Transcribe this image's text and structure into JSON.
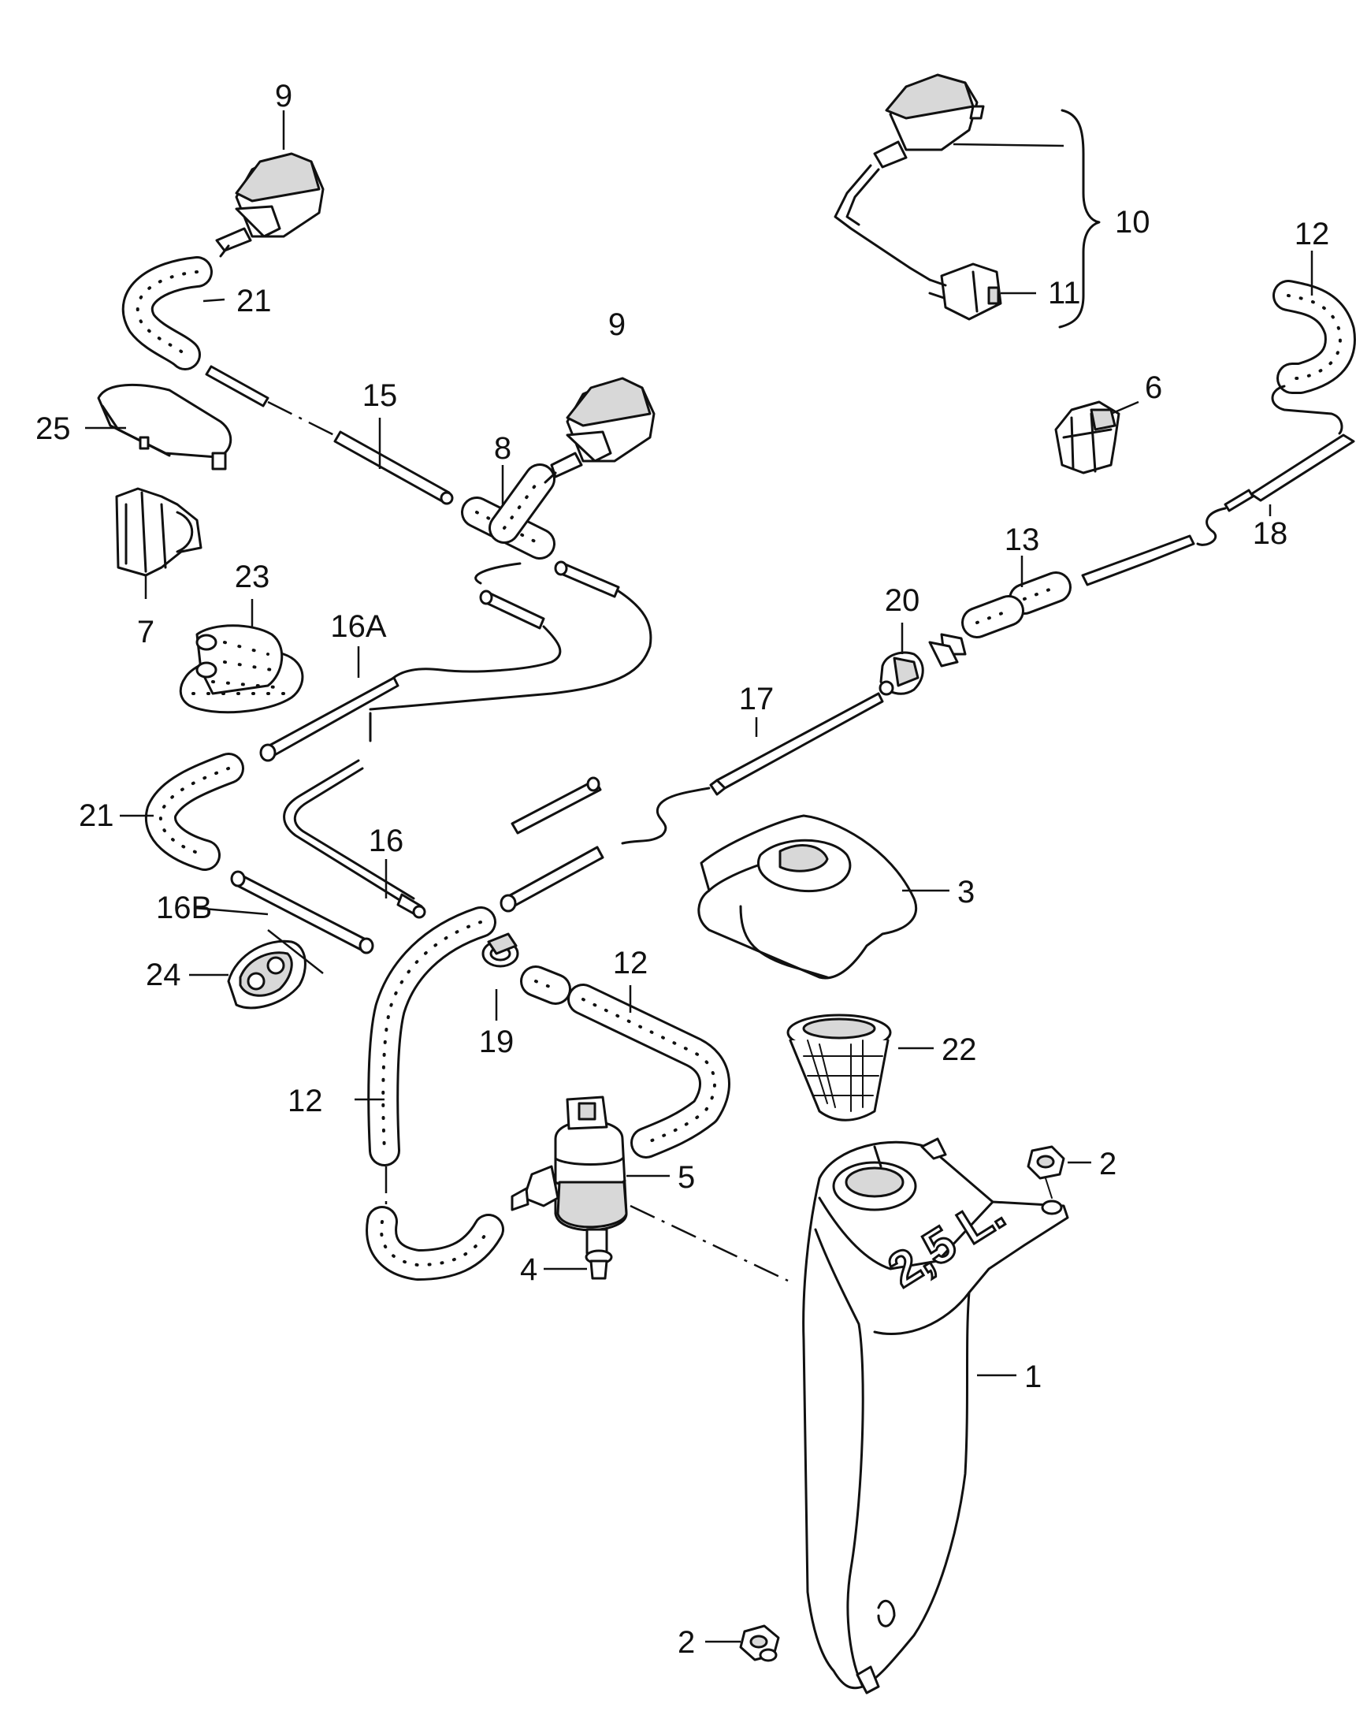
{
  "callouts": [
    {
      "key": "c9a",
      "text": "9"
    },
    {
      "key": "c9b",
      "text": "9"
    },
    {
      "key": "c10",
      "text": "10"
    },
    {
      "key": "c11",
      "text": "11"
    },
    {
      "key": "c12a",
      "text": "12"
    },
    {
      "key": "c21a",
      "text": "21"
    },
    {
      "key": "c6",
      "text": "6"
    },
    {
      "key": "c15",
      "text": "15"
    },
    {
      "key": "c25",
      "text": "25"
    },
    {
      "key": "c8",
      "text": "8"
    },
    {
      "key": "c18",
      "text": "18"
    },
    {
      "key": "c13",
      "text": "13"
    },
    {
      "key": "c23",
      "text": "23"
    },
    {
      "key": "c7",
      "text": "7"
    },
    {
      "key": "c20",
      "text": "20"
    },
    {
      "key": "c16a",
      "text": "16A"
    },
    {
      "key": "c17",
      "text": "17"
    },
    {
      "key": "c21b",
      "text": "21"
    },
    {
      "key": "c16",
      "text": "16"
    },
    {
      "key": "c3",
      "text": "3"
    },
    {
      "key": "c16b",
      "text": "16B"
    },
    {
      "key": "c12b",
      "text": "12"
    },
    {
      "key": "c24",
      "text": "24"
    },
    {
      "key": "c19",
      "text": "19"
    },
    {
      "key": "c22",
      "text": "22"
    },
    {
      "key": "c12c",
      "text": "12"
    },
    {
      "key": "c2a",
      "text": "2"
    },
    {
      "key": "c5",
      "text": "5"
    },
    {
      "key": "c4",
      "text": "4"
    },
    {
      "key": "c1",
      "text": "1"
    },
    {
      "key": "c2b",
      "text": "2"
    }
  ],
  "tank_capacity_label": "2,5 L."
}
